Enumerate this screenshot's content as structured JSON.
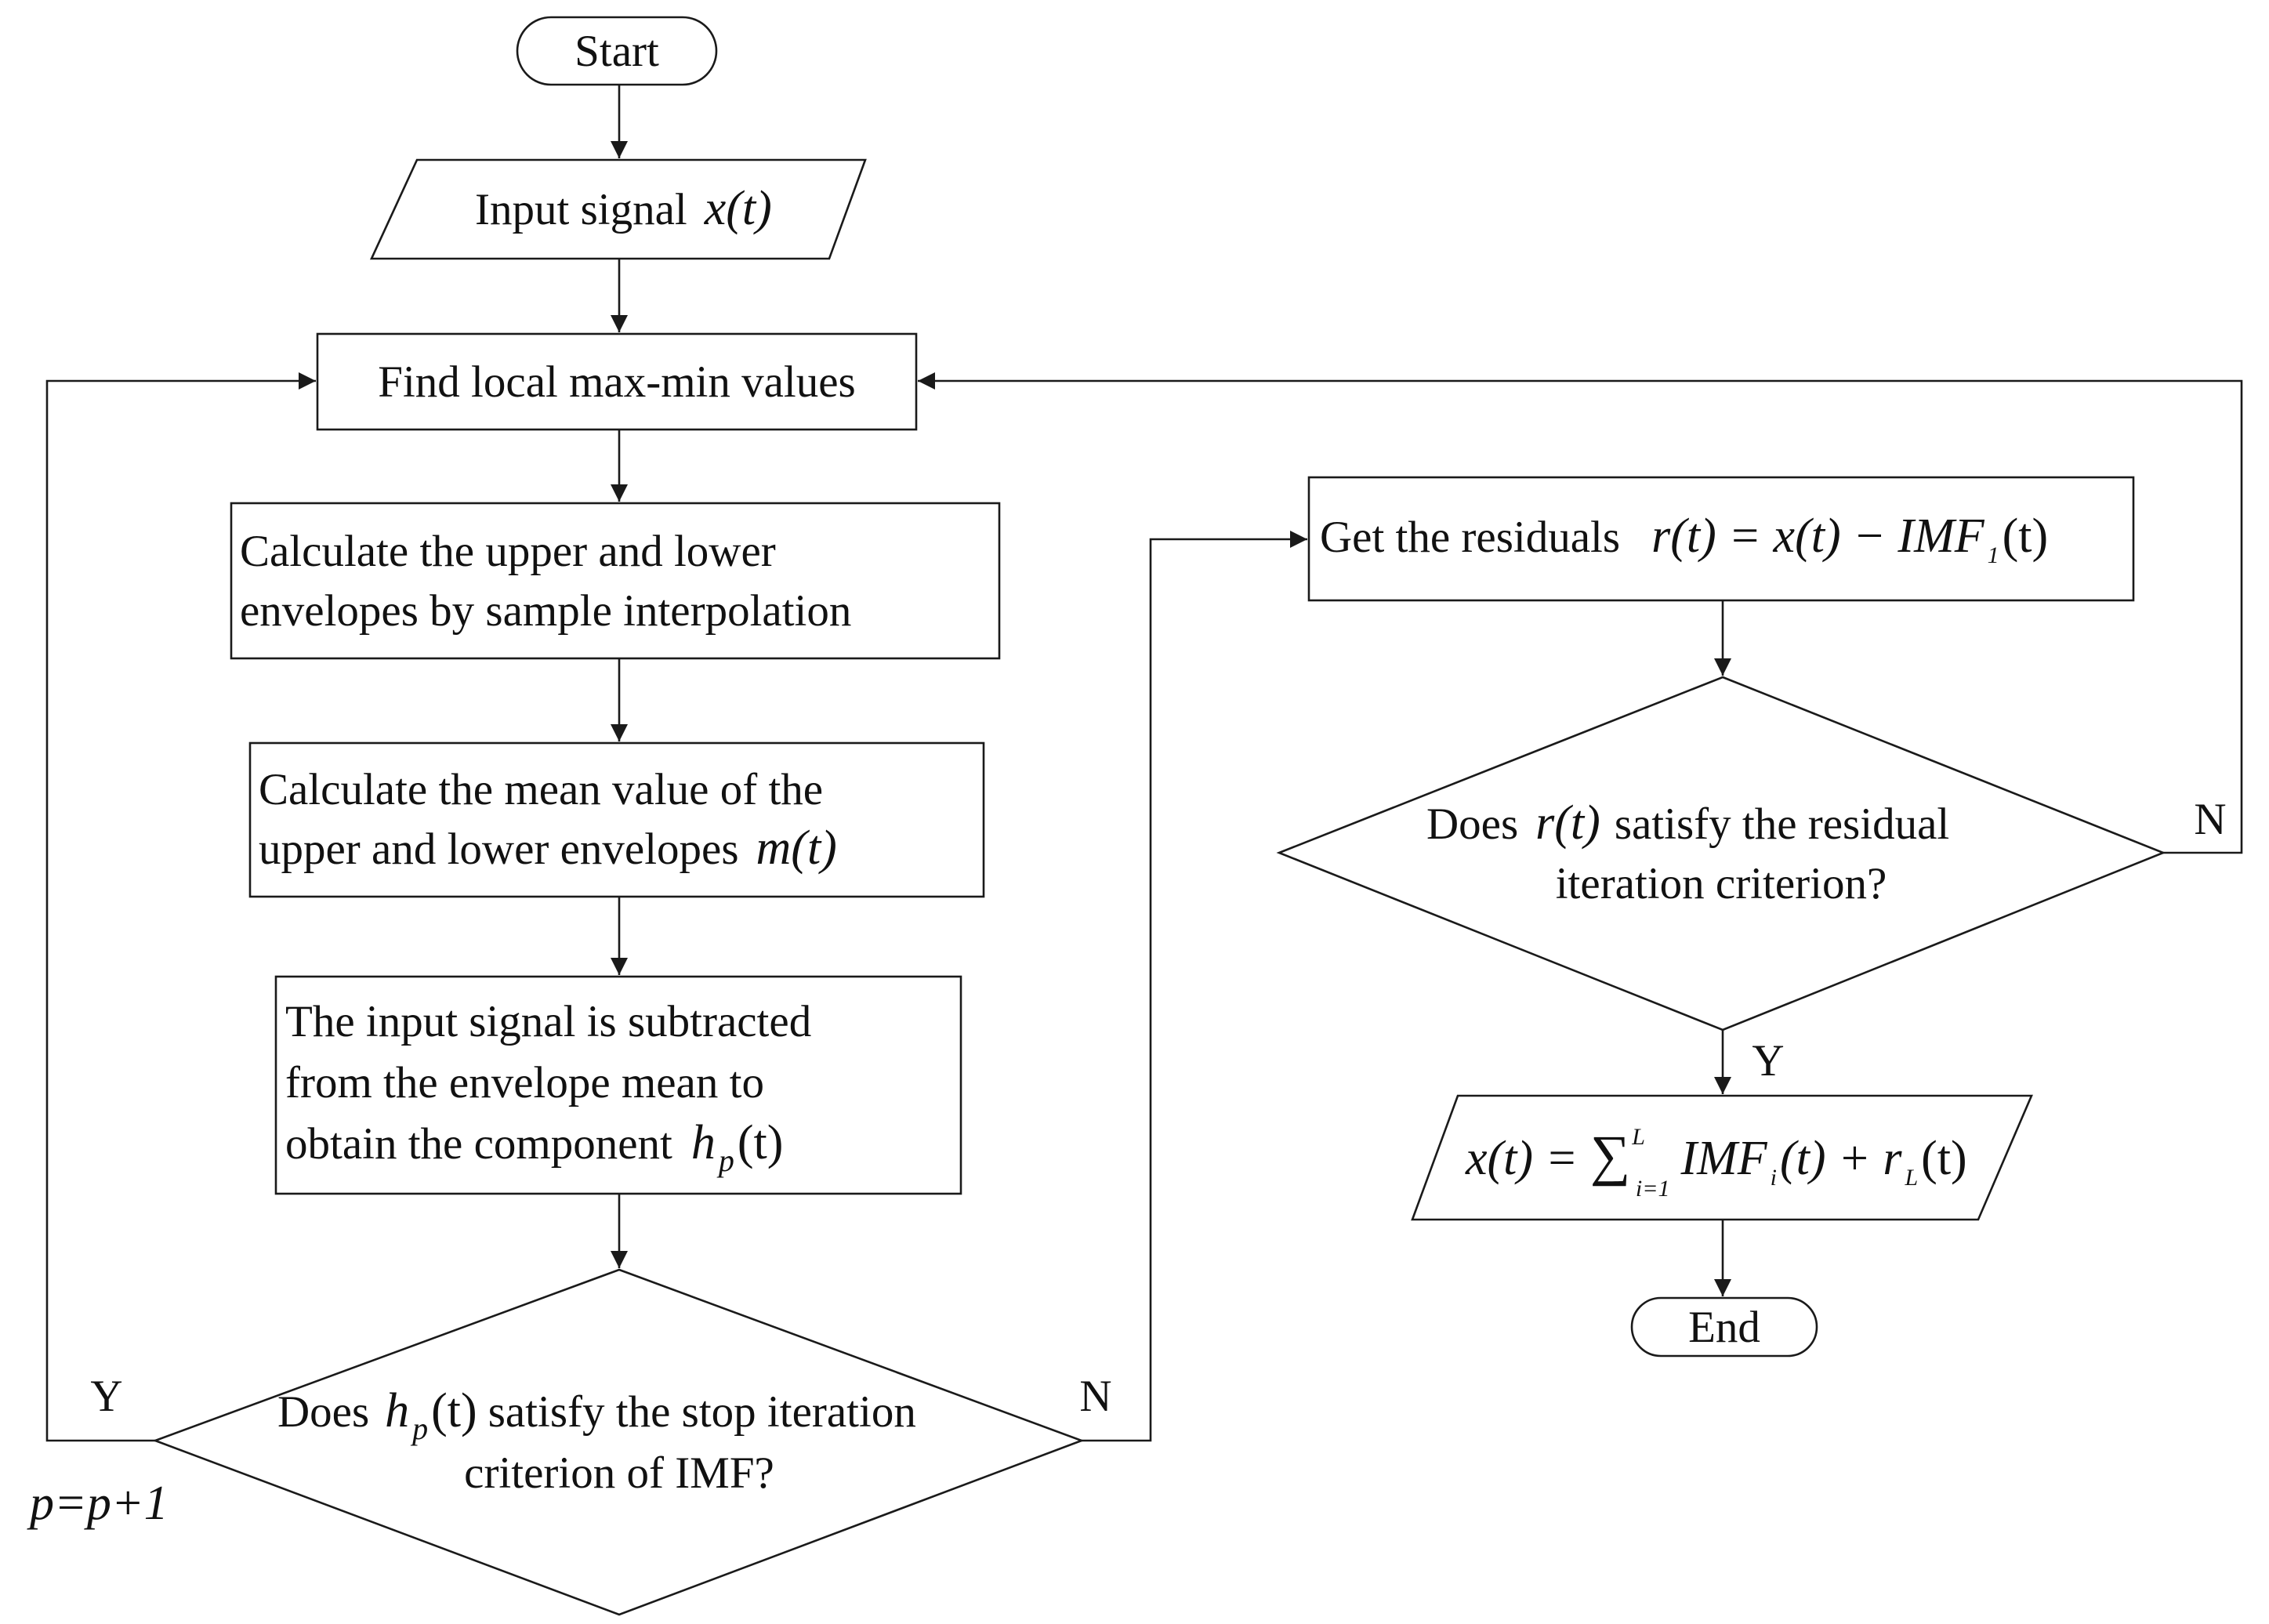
{
  "nodes": {
    "start": "Start",
    "input": {
      "text": "Input signal",
      "math": "x(t)"
    },
    "find_extrema": "Find local max-min values",
    "envelopes": {
      "line1": "Calculate the upper and lower",
      "line2": "envelopes by sample interpolation"
    },
    "mean": {
      "line1": "Calculate the mean value of the",
      "line2": "upper and lower envelopes",
      "math": "m(t)"
    },
    "subtract": {
      "line1": "The input signal is subtracted",
      "line2": "from the envelope mean to",
      "line3": "obtain the component",
      "math_base": "h",
      "math_sub": "p",
      "math_arg": "(t)"
    },
    "imf_check": {
      "pre": "Does",
      "math_base": "h",
      "math_sub": "p",
      "math_arg": "(t)",
      "post": "satisfy the stop iteration",
      "line2": "criterion of IMF?"
    },
    "residuals": {
      "text": "Get the residuals",
      "lhs": "r(t) = x(t) − IMF",
      "sub": "1",
      "arg": "(t)"
    },
    "residual_check": {
      "pre": "Does",
      "math": "r(t)",
      "post": "satisfy the residual",
      "line2": "iteration criterion?"
    },
    "output": {
      "lhs": "x(t) = ",
      "sum": "∑",
      "sup": "L",
      "subsum": "i=1",
      "imf": "IMF",
      "imf_sub": "i",
      "mid": "(t) + r",
      "r_sub": "L",
      "arg": "(t)"
    },
    "end": "End"
  },
  "edges": {
    "imf_yes": "Y",
    "imf_no": "N",
    "residual_yes": "Y",
    "residual_no": "N",
    "loop_update": "p=p+1"
  },
  "colors": {
    "stroke": "#1a1a1a",
    "fill": "#ffffff",
    "text": "#111111"
  }
}
